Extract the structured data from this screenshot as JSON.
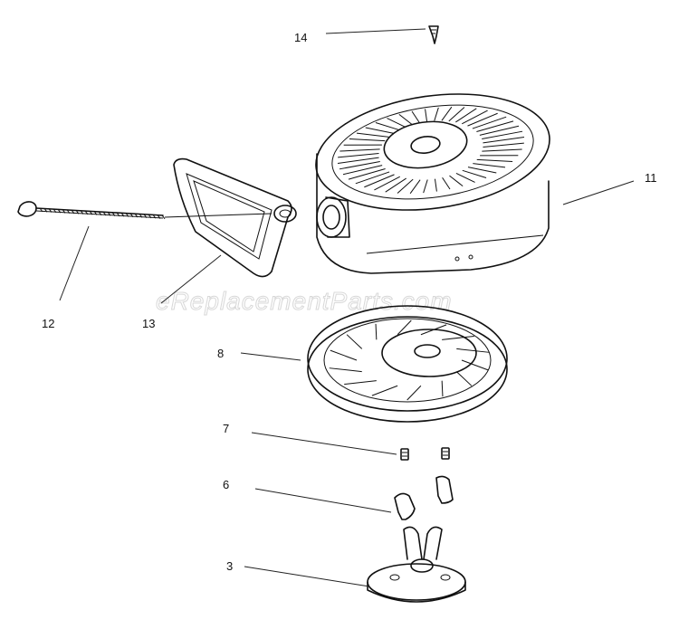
{
  "watermark": "eReplacementParts.com",
  "callouts": [
    {
      "id": "14",
      "text": "14"
    },
    {
      "id": "11",
      "text": "11"
    },
    {
      "id": "12",
      "text": "12"
    },
    {
      "id": "13",
      "text": "13"
    },
    {
      "id": "8",
      "text": "8"
    },
    {
      "id": "7",
      "text": "7"
    },
    {
      "id": "6",
      "text": "6"
    },
    {
      "id": "3",
      "text": "3"
    }
  ]
}
